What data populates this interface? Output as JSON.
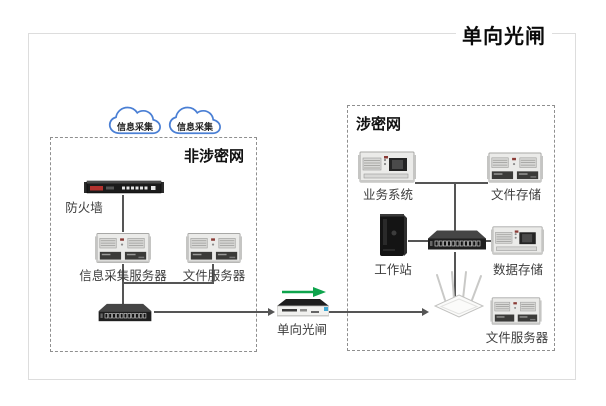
{
  "title": "单向光闸",
  "clouds": [
    {
      "label": "信息采集"
    },
    {
      "label": "信息采集"
    }
  ],
  "zones": {
    "left": {
      "title": "非涉密网",
      "firewall_label": "防火墙",
      "collect_server_label": "信息采集服务器",
      "file_server_label": "文件服务器"
    },
    "right": {
      "title": "涉密网",
      "business_system_label": "业务系统",
      "file_storage_label": "文件存储",
      "workstation_label": "工作站",
      "data_storage_label": "数据存储",
      "file_server_label": "文件服务器"
    }
  },
  "gate": {
    "label": "单向光闸"
  },
  "colors": {
    "arrow_green": "#0ea44c",
    "cloud_blue": "#4a7fd4",
    "line_gray": "#555555",
    "frame_border": "#dddddd",
    "dashed_border": "#8f8f8f"
  }
}
